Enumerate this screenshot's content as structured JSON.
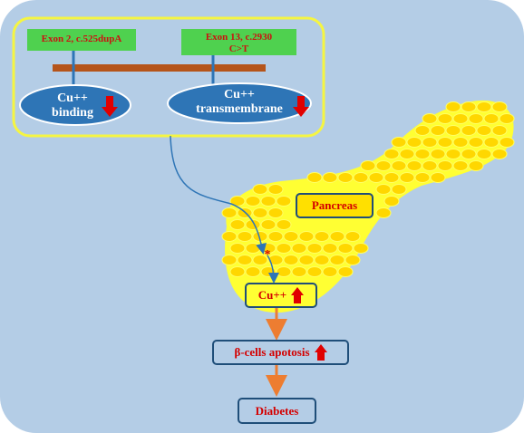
{
  "colors": {
    "background": "#b4cde6",
    "gene_box_border": "#f5f542",
    "exon_fill": "#4fd14f",
    "protein_bar": "#b5541a",
    "oval_fill": "#2e75b6",
    "pancreas_cell": "#ffd700",
    "pancreas_base": "#ffff33",
    "label_text": "#d40000",
    "arrow_orange": "#ed7d31",
    "arrow_up_red": "#e00000"
  },
  "gene": {
    "exon2": "Exon 2, c.525dupA",
    "exon13_line1": "Exon 13, c.2930",
    "exon13_line2": "C>T"
  },
  "domains": {
    "binding_line1": "Cu++",
    "binding_line2": "binding",
    "transmembrane_line1": "Cu++",
    "transmembrane_line2": "transmembrane"
  },
  "organ": {
    "label": "Pancreas",
    "mark": "*"
  },
  "flow": {
    "copper": "Cu++",
    "apoptosis": "β-cells apotosis",
    "outcome": "Diabetes"
  },
  "icons": [
    "arrow-down-icon",
    "arrow-up-icon"
  ]
}
